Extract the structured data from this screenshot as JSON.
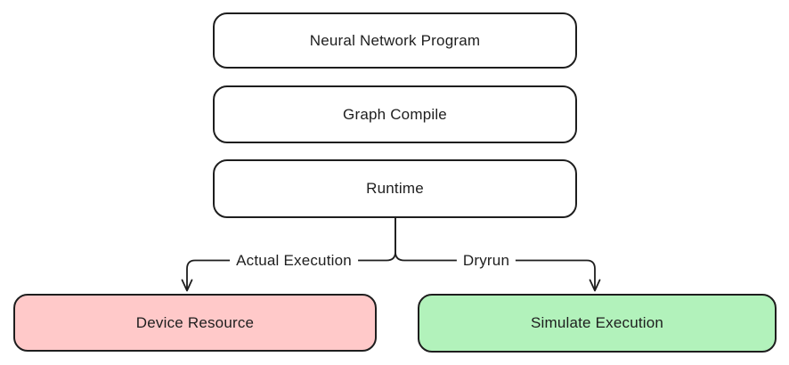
{
  "diagram": {
    "nodes": {
      "neural_network_program": {
        "label": "Neural Network Program",
        "fill": "#ffffff"
      },
      "graph_compile": {
        "label": "Graph Compile",
        "fill": "#ffffff"
      },
      "runtime": {
        "label": "Runtime",
        "fill": "#ffffff"
      },
      "device_resource": {
        "label": "Device Resource",
        "fill": "#ffc9c9"
      },
      "simulate_execution": {
        "label": "Simulate Execution",
        "fill": "#b2f2bb"
      }
    },
    "edges": {
      "actual_execution": {
        "label": "Actual Execution",
        "from": "Runtime",
        "to": "Device Resource"
      },
      "dryrun": {
        "label": "Dryrun",
        "from": "Runtime",
        "to": "Simulate Execution"
      }
    },
    "colors": {
      "stroke": "#1e1e1e",
      "text": "#1e1e1e",
      "background": "#ffffff",
      "device_resource_fill": "#ffc9c9",
      "simulate_execution_fill": "#b2f2bb"
    }
  }
}
